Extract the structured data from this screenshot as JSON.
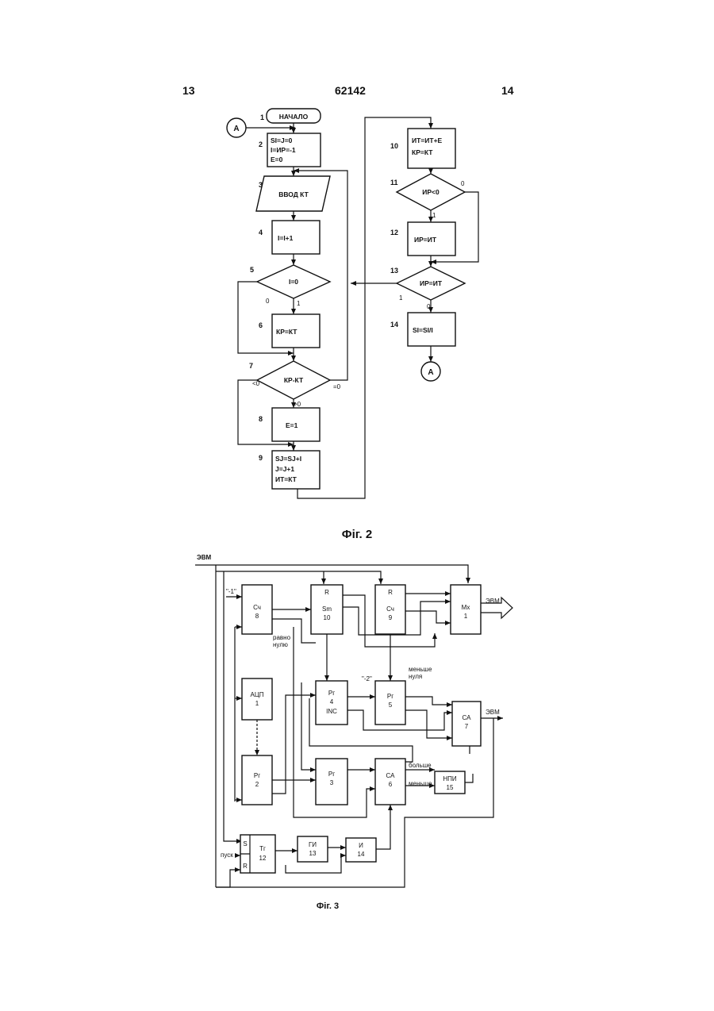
{
  "header": {
    "page_left": "13",
    "patent_number": "62142",
    "page_right": "14"
  },
  "fig2": {
    "caption": "Фіг. 2",
    "connector": "A",
    "blocks": [
      {
        "num": "1",
        "lines": [
          "НАЧАЛО"
        ]
      },
      {
        "num": "2",
        "lines": [
          "SI=J=0",
          "I=ИР=-1",
          "E=0"
        ]
      },
      {
        "num": "3",
        "lines": [
          "ВВОД КТ"
        ]
      },
      {
        "num": "4",
        "lines": [
          "I=I+1"
        ]
      },
      {
        "num": "5",
        "lines": [
          "I=0"
        ]
      },
      {
        "num": "6",
        "lines": [
          "КР=КТ"
        ]
      },
      {
        "num": "7",
        "lines": [
          "КР-КТ"
        ]
      },
      {
        "num": "8",
        "lines": [
          "E=1"
        ]
      },
      {
        "num": "9",
        "lines": [
          "SJ=SJ+I",
          "J=J+1",
          "ИТ=КТ"
        ]
      },
      {
        "num": "10",
        "lines": [
          "ИТ=ИТ+E",
          "КР=КТ"
        ]
      },
      {
        "num": "11",
        "lines": [
          "ИР<0"
        ]
      },
      {
        "num": "12",
        "lines": [
          "ИР=ИТ"
        ]
      },
      {
        "num": "13",
        "lines": [
          "ИР=ИТ"
        ]
      },
      {
        "num": "14",
        "lines": [
          "SI=SI/I"
        ]
      }
    ],
    "labels": {
      "b5_no": "0",
      "b5_yes": "1",
      "b7_lt": "<0",
      "b7_gt": ">0",
      "b7_eq": "=0",
      "b11_no": "0",
      "b11_yes": "1",
      "b13_no": "1",
      "b13_yes": "0"
    }
  },
  "fig3": {
    "caption": "Фіг. 3",
    "bus_label": "ЭВМ",
    "blocks": [
      {
        "id": "cc8",
        "lines": [
          "Сч",
          "8"
        ]
      },
      {
        "id": "sm10",
        "lines": [
          "R",
          "Sm",
          "10"
        ]
      },
      {
        "id": "cc9",
        "lines": [
          "R",
          "Сч",
          "9"
        ]
      },
      {
        "id": "mx1",
        "lines": [
          "Мх",
          "1"
        ]
      },
      {
        "id": "acp1",
        "lines": [
          "АЦП",
          "1"
        ]
      },
      {
        "id": "rg4",
        "lines": [
          "Рг",
          "4",
          "INC"
        ]
      },
      {
        "id": "rg5",
        "lines": [
          "Рг",
          "5"
        ]
      },
      {
        "id": "ca7",
        "lines": [
          "СА",
          "7"
        ]
      },
      {
        "id": "rg2",
        "lines": [
          "Рг",
          "2"
        ]
      },
      {
        "id": "rg3",
        "lines": [
          "Рг",
          "3"
        ]
      },
      {
        "id": "ca6",
        "lines": [
          "СА",
          "6"
        ]
      },
      {
        "id": "npi15",
        "lines": [
          "НПИ",
          "15"
        ]
      },
      {
        "id": "tg12",
        "lines": [
          "Тг",
          "12"
        ]
      },
      {
        "id": "gi13",
        "lines": [
          "ГИ",
          "13"
        ]
      },
      {
        "id": "and14",
        "lines": [
          "И",
          "14"
        ]
      }
    ],
    "labels": {
      "minus_one": "\"-1\"",
      "equal_zero_1": "равно",
      "equal_zero_2": "нулю",
      "less_zero_1": "меньше",
      "less_zero_2": "нуля",
      "minus_two": "\"-2\"",
      "greater": "больше",
      "less": "меньше",
      "start": "пуск",
      "s_input": "S",
      "r_input": "R",
      "computer_mx": "ЭВМ",
      "computer_ca7": "ЭВМ"
    }
  }
}
